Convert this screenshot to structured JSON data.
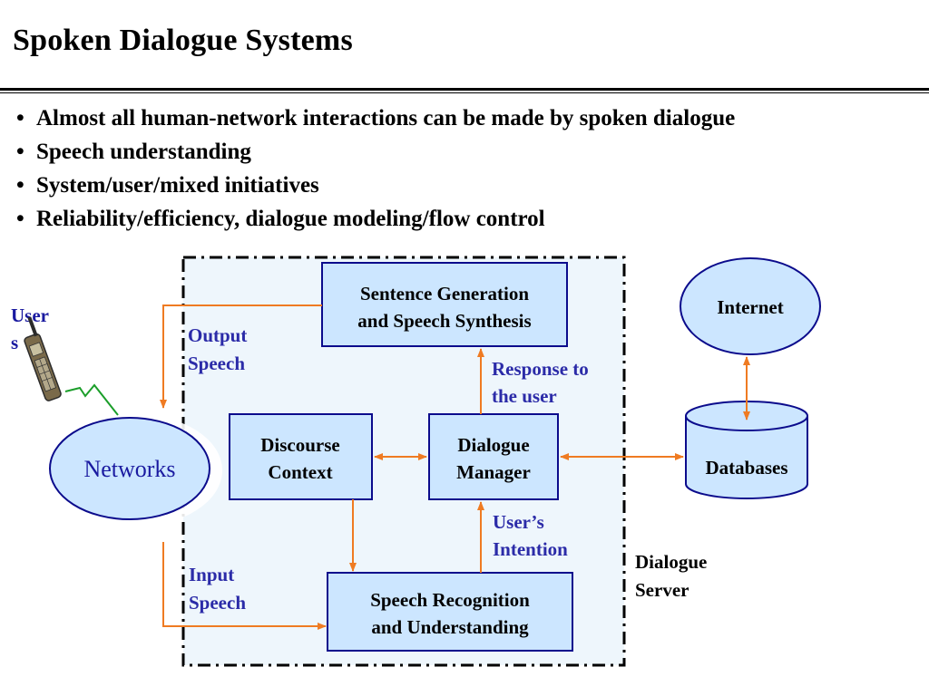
{
  "title": "Spoken Dialogue Systems",
  "bullets": [
    "Almost all human-network interactions can be made by spoken dialogue",
    "Speech understanding",
    "System/user/mixed initiatives",
    "Reliability/efficiency, dialogue modeling/flow control"
  ],
  "diagram": {
    "users_label": [
      "User",
      "s"
    ],
    "phone_icon": "mobile-phone-icon",
    "networks": "Networks",
    "sentence_generation": [
      "Sentence Generation",
      "and Speech Synthesis"
    ],
    "discourse_context": [
      "Discourse",
      "Context"
    ],
    "dialogue_manager": [
      "Dialogue",
      "Manager"
    ],
    "speech_recognition": [
      "Speech Recognition",
      "and Understanding"
    ],
    "internet": "Internet",
    "databases": "Databases",
    "output_speech": [
      "Output",
      "Speech"
    ],
    "input_speech": [
      "Input",
      "Speech"
    ],
    "response_to_user": [
      "Response to",
      "the user"
    ],
    "users_intention": [
      "User’s",
      "Intention"
    ],
    "dialogue_server": [
      "Dialogue",
      "Server"
    ]
  },
  "colors": {
    "box_fill": "#cce6ff",
    "box_stroke": "#0b0b8c",
    "arrow": "#ef7b22",
    "annotation_text": "#2b2ba8",
    "server_bg": "#eef6fc"
  }
}
